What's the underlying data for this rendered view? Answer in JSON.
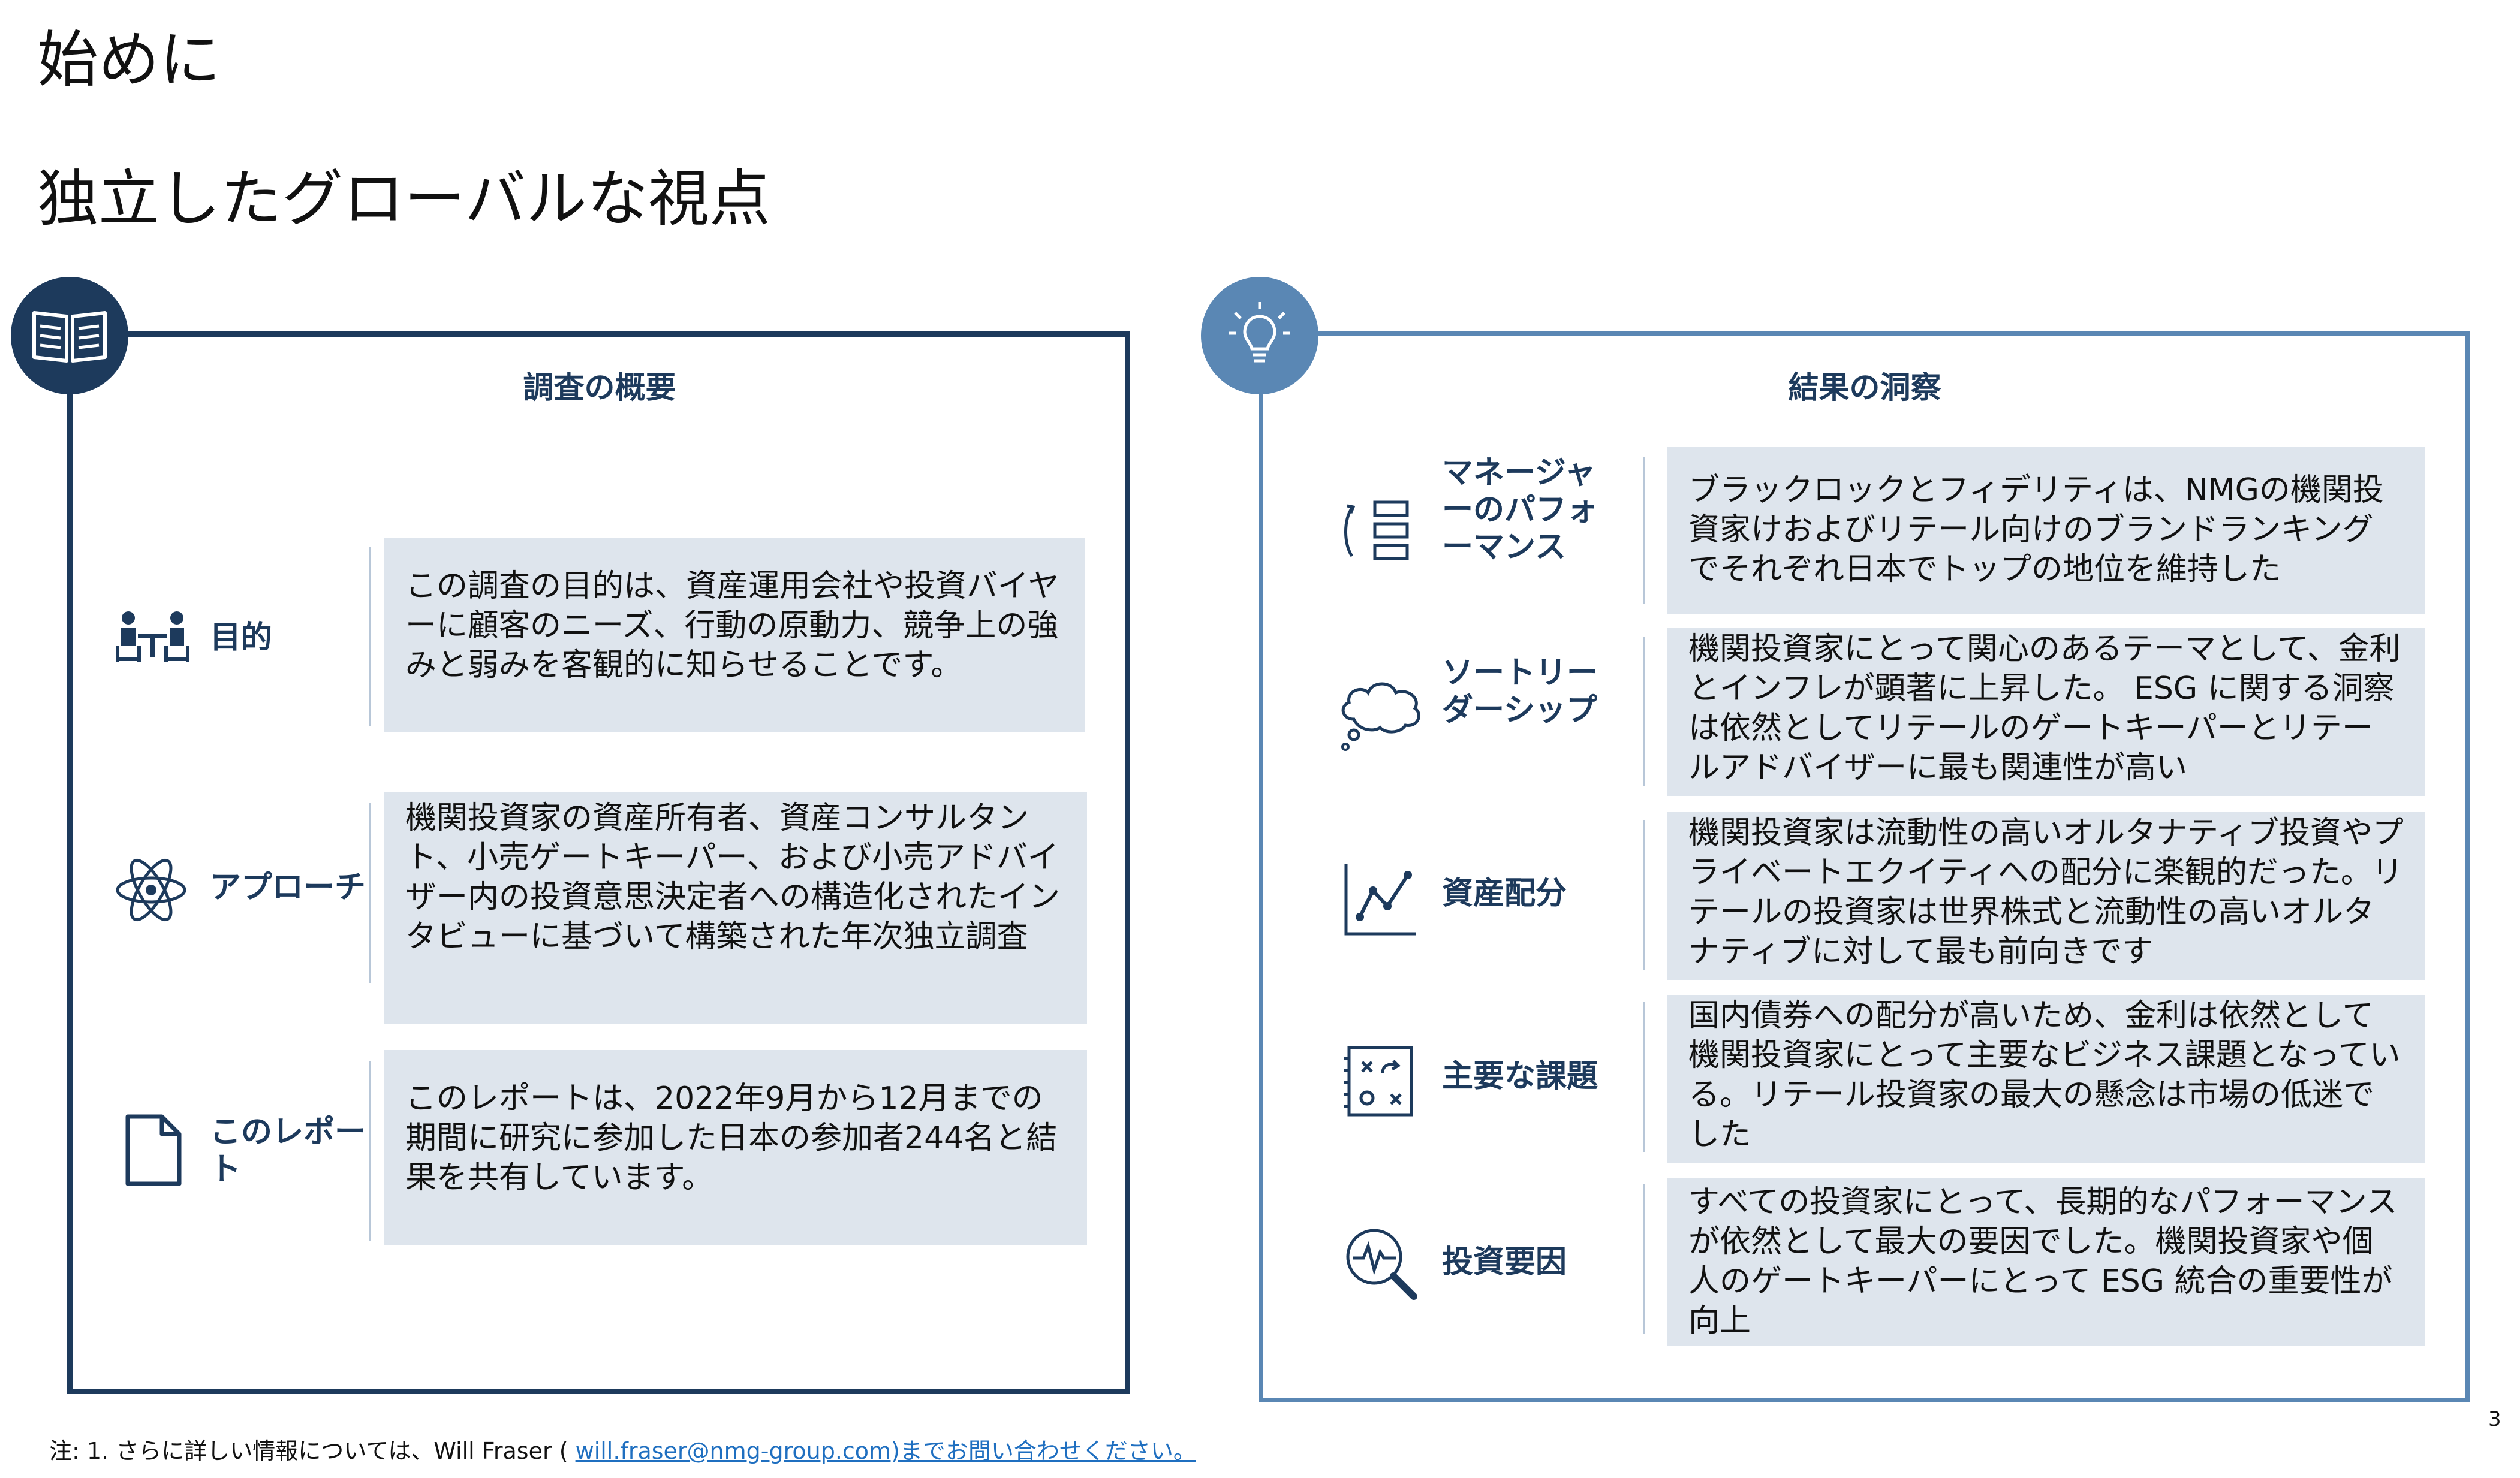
{
  "page": {
    "title": "始めに",
    "subtitle": "独立したグローバルな視点",
    "page_number": "3"
  },
  "left_panel": {
    "heading": "調査の概要",
    "badge_icon": "book-icon",
    "rows": [
      {
        "label": "目的",
        "icon": "meeting-icon",
        "text": "この調査の目的は、資産運用会社や投資バイヤーに顧客のニーズ、行動の原動力、競争上の強みと弱みを客観的に知らせることです。"
      },
      {
        "label": "アプローチ",
        "icon": "atom-icon",
        "text": "機関投資家の資産所有者、資産コンサルタント、小売ゲートキーパー、および小売アドバイザー内の投資意思決定者への構造化されたインタビューに基づいて構築された年次独立調査"
      },
      {
        "label": "このレポート",
        "icon": "document-icon",
        "text": "このレポートは、2022年9月から12月までの期間に研究に参加した日本の参加者244名と結果を共有しています。"
      }
    ]
  },
  "right_panel": {
    "heading": "結果の洞察",
    "badge_icon": "lightbulb-icon",
    "rows": [
      {
        "label": "マネージャーのパフォーマンス",
        "icon": "ranking-icon",
        "text": "ブラックロックとフィデリティは、NMGの機関投資家けおよびリテール向けのブランドランキングでそれぞれ日本でトップの地位を維持した"
      },
      {
        "label": "ソートリーダーシップ",
        "icon": "thought-cloud-icon",
        "text": "機関投資家にとって関心のあるテーマとして、金利とインフレが顕著に上昇した。 ESG に関する洞察は依然としてリテールのゲートキーパーとリテールアドバイザーに最も関連性が高い"
      },
      {
        "label": "資産配分",
        "icon": "line-chart-icon",
        "text": "機関投資家は流動性の高いオルタナティブ投資やプライベートエクイティへの配分に楽観的だった。リテールの投資家は世界株式と流動性の高いオルタナティブに対して最も前向きです"
      },
      {
        "label": "主要な課題",
        "icon": "strategy-board-icon",
        "text": "国内債券への配分が高いため、金利は依然として機関投資家にとって主要なビジネス課題となっている。リテール投資家の最大の懸念は市場の低迷でした"
      },
      {
        "label": "投資要因",
        "icon": "magnifier-pulse-icon",
        "text": "すべての投資家にとって、長期的なパフォーマンスが依然として最大の要因でした。機関投資家や個人のゲートキーパーにとって ESG 統合の重要性が向上"
      }
    ]
  },
  "footnote": {
    "prefix": "注: 1. さらに詳しい情報については、Will Fraser ( ",
    "link": "will.fraser@nmg-group.com)までお問い合わせください。 "
  },
  "colors": {
    "navy": "#1d3a5c",
    "steel_blue": "#5a87b4",
    "box_fill": "#dee5ed",
    "link": "#1f6fc0"
  }
}
